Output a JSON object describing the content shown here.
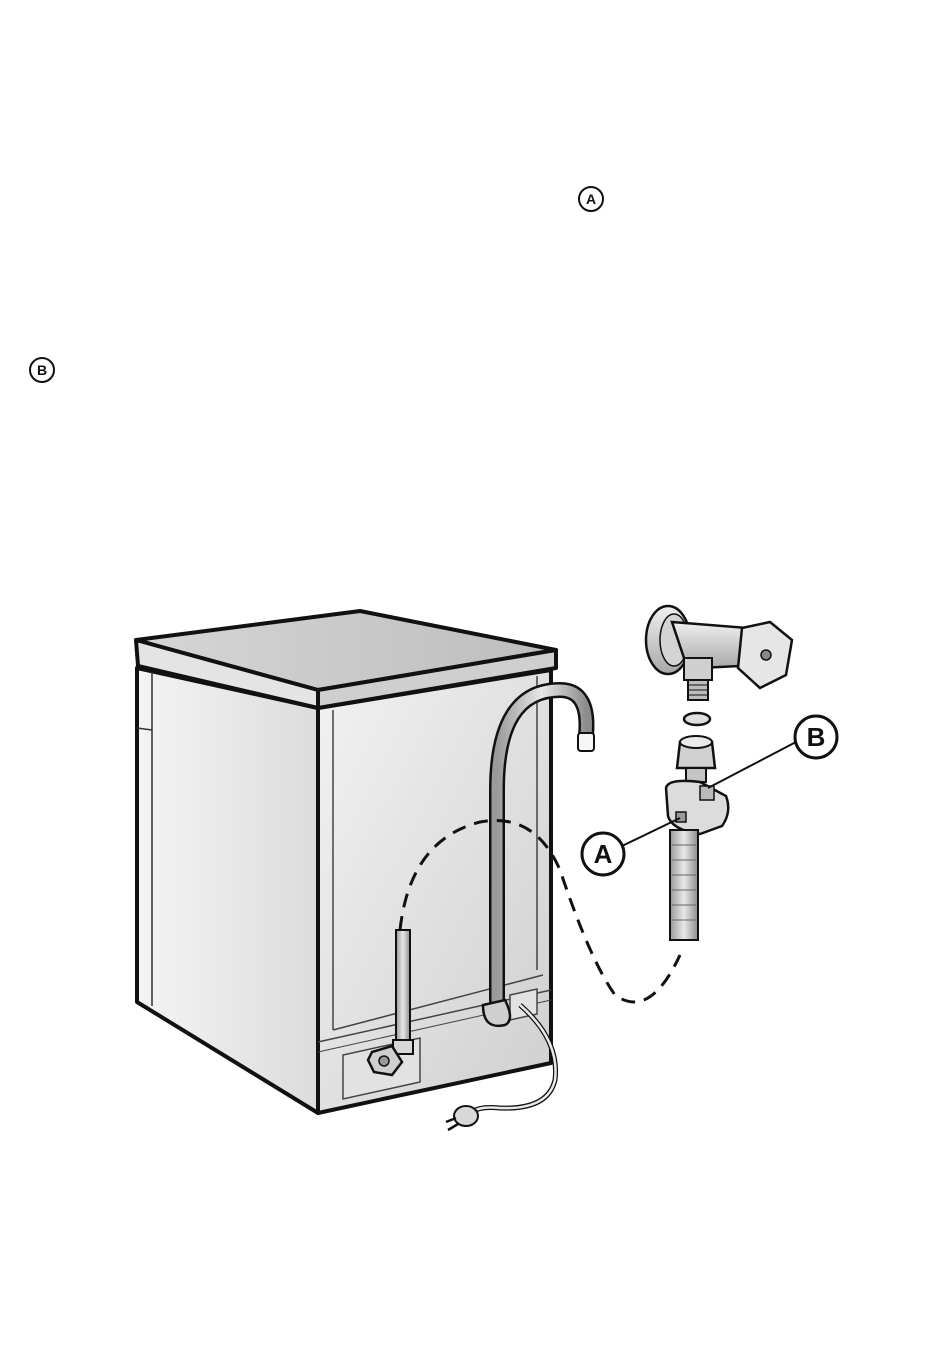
{
  "labels": {
    "marker_a": "A",
    "marker_b": "B",
    "callout_a": "A",
    "callout_b": "B"
  }
}
